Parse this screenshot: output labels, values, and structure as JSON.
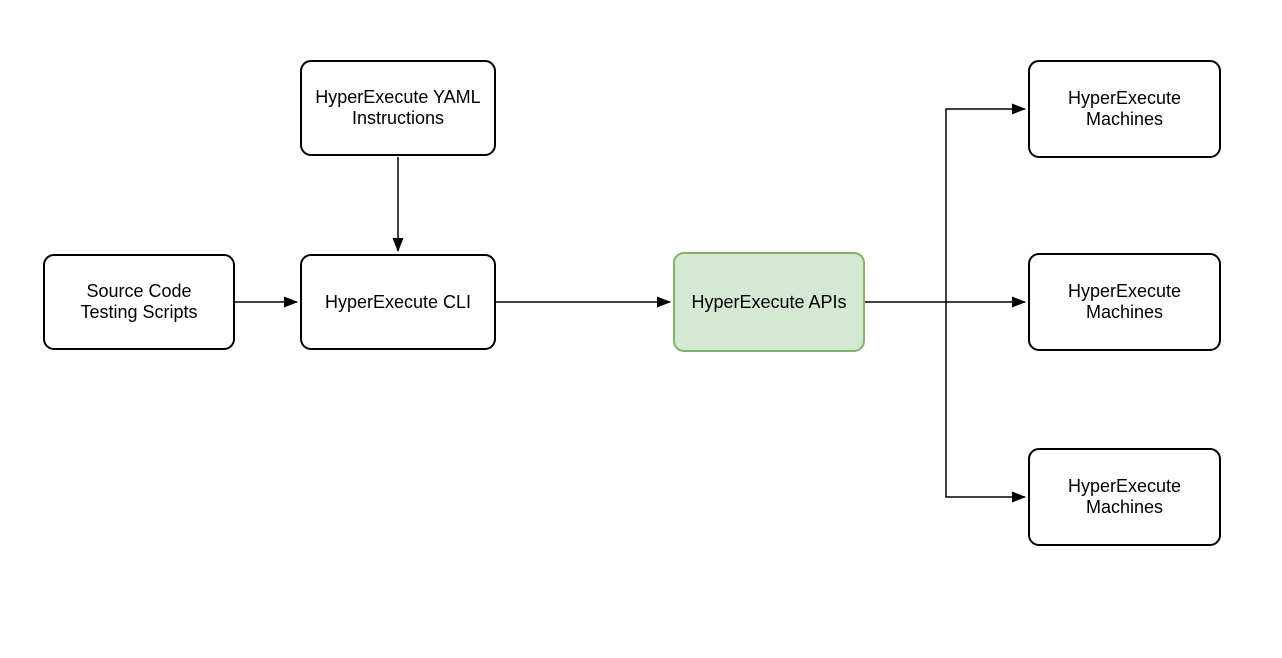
{
  "diagram": {
    "nodes": {
      "yaml_instructions": {
        "label": "HyperExecute YAML\nInstructions"
      },
      "source_code": {
        "label": "Source Code\nTesting Scripts"
      },
      "cli": {
        "label": "HyperExecute CLI"
      },
      "apis": {
        "label": "HyperExecute APIs"
      },
      "machines_top": {
        "label": "HyperExecute\nMachines"
      },
      "machines_middle": {
        "label": "HyperExecute\nMachines"
      },
      "machines_bottom": {
        "label": "HyperExecute\nMachines"
      }
    },
    "edges": [
      {
        "from": "yaml_instructions",
        "to": "cli"
      },
      {
        "from": "source_code",
        "to": "cli"
      },
      {
        "from": "cli",
        "to": "apis"
      },
      {
        "from": "apis",
        "to": "machines_top"
      },
      {
        "from": "apis",
        "to": "machines_middle"
      },
      {
        "from": "apis",
        "to": "machines_bottom"
      }
    ],
    "colors": {
      "background": "#ffffff",
      "node_fill": "#ffffff",
      "node_border": "#000000",
      "api_fill": "#d5e8d4",
      "api_border": "#82b366",
      "edge": "#000000",
      "text": "#000000"
    }
  }
}
